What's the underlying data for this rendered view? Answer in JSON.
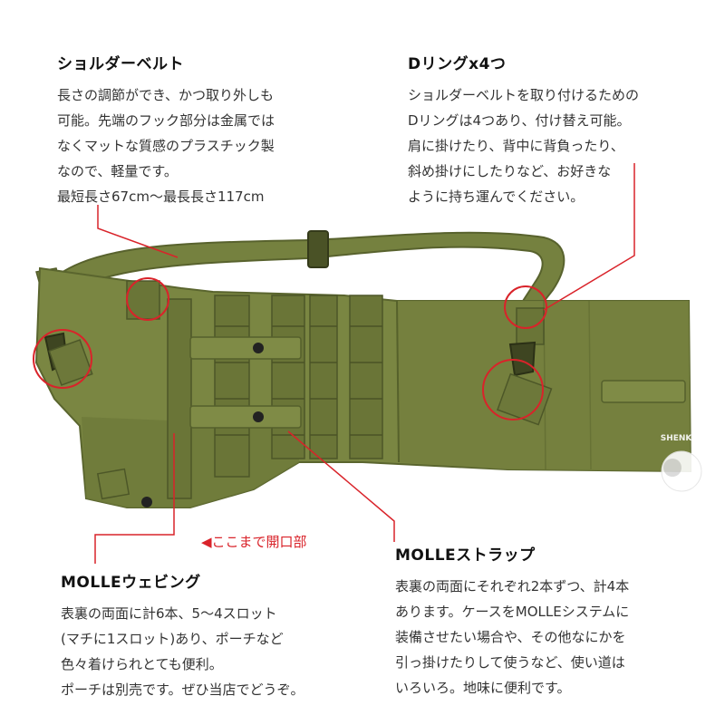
{
  "callouts": {
    "shoulder_belt": {
      "title": "ショルダーベルト",
      "lines": [
        "長さの調節ができ、かつ取り外しも",
        "可能。先端のフック部分は金属では",
        "なくマットな質感のプラスチック製",
        "なので、軽量です。",
        "最短長さ67cm〜最長長さ117cm"
      ]
    },
    "d_ring": {
      "title": "Dリングx4つ",
      "lines": [
        "ショルダーベルトを取り付けるための",
        "Dリングは4つあり、付け替え可能。",
        "肩に掛けたり、背中に背負ったり、",
        "斜め掛けにしたりなど、お好きな",
        "ように持ち運んでください。"
      ]
    },
    "molle_webbing": {
      "title": "MOLLEウェビング",
      "lines": [
        "表裏の両面に計6本、5〜4スロット",
        "(マチに1スロット)あり、ポーチなど",
        "色々着けられとても便利。",
        "ポーチは別売です。ぜひ当店でどうぞ。"
      ]
    },
    "molle_strap": {
      "title": "MOLLEストラップ",
      "lines": [
        "表裏の両面にそれぞれ2本ずつ、計4本",
        "あります。ケースをMOLLEシステムに",
        "装備させたい場合や、その他なにかを",
        "引っ掛けたりして使うなど、使い道は",
        "いろいろ。地味に便利です。"
      ]
    }
  },
  "opening_label": "◀ここまで開口部",
  "watermark": "SHENKEL",
  "colors": {
    "accent_red": "#d9232a",
    "olive": "#6f7a3c",
    "olive_dark": "#4f5829"
  }
}
